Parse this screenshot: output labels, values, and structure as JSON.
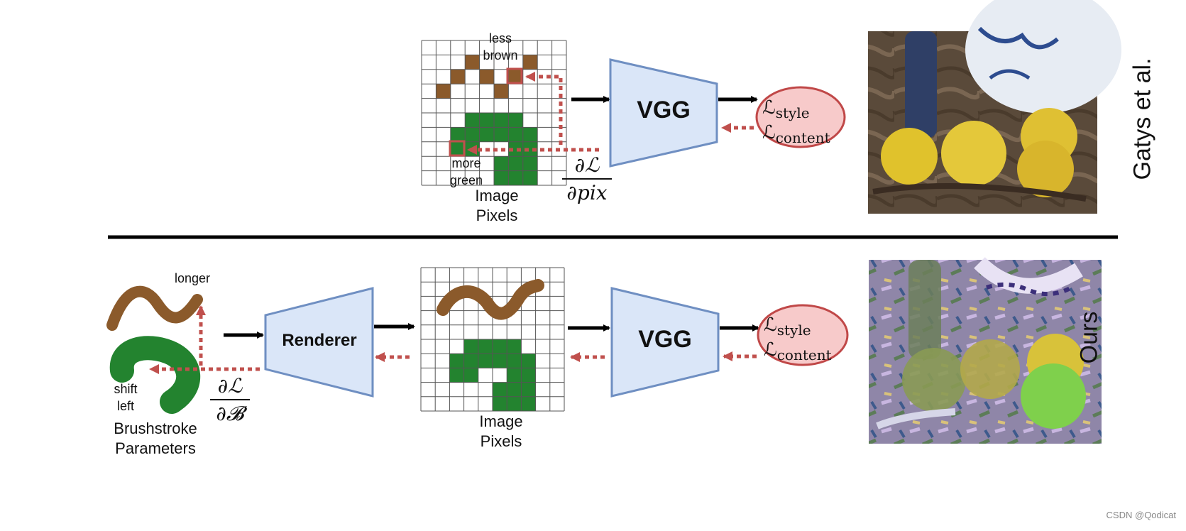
{
  "top": {
    "grid_label_line1": "Image",
    "grid_label_line2": "Pixels",
    "annotation_less_line1": "less",
    "annotation_less_line2": "brown",
    "annotation_more_line1": "more",
    "annotation_more_line2": "green",
    "network": "VGG",
    "loss_style_sub": "style",
    "loss_content_sub": "content",
    "grad_num": "∂ℒ",
    "grad_den": "∂pix",
    "method": "Gatys et al."
  },
  "bottom": {
    "stroke_longer": "longer",
    "stroke_shift_line1": "shift",
    "stroke_shift_line2": "left",
    "params_line1": "Brushstroke",
    "params_line2": "Parameters",
    "renderer": "Renderer",
    "grad_num": "∂ℒ",
    "grad_den": "∂𝓑",
    "grid_label_line1": "Image",
    "grid_label_line2": "Pixels",
    "network": "VGG",
    "loss_style_sub": "style",
    "loss_content_sub": "content",
    "method": "Ours"
  },
  "watermark": "CSDN @Qodicat",
  "colors": {
    "brown": "#8B5A2B",
    "green": "#23832F",
    "box_fill": "#DAE6F8",
    "box_stroke": "#6F8FC2",
    "loss_fill": "#F7CACA",
    "loss_stroke": "#C04848",
    "grad_arrow": "#C0504D"
  }
}
